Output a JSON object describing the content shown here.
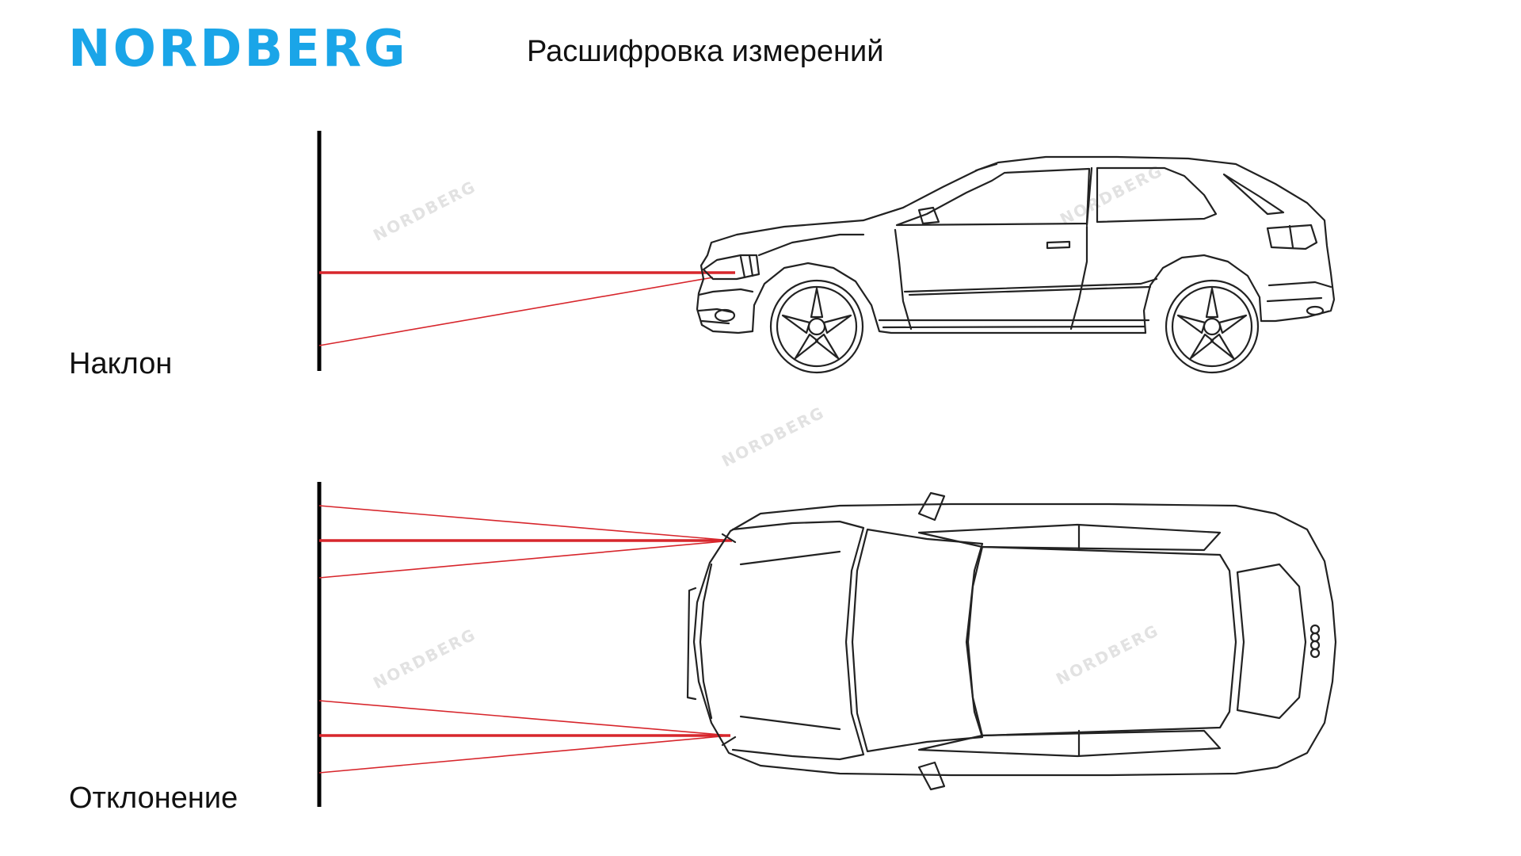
{
  "header": {
    "logo_text": "NORDBERG",
    "title": "Расшифровка измерений"
  },
  "sections": {
    "tilt": {
      "label": "Наклон"
    },
    "deviation": {
      "label": "Отклонение"
    }
  },
  "watermark_text": "NORDBERG",
  "colors": {
    "brand": "#1aa5e8",
    "beam": "#d7262c",
    "screen": "#000000",
    "car_outline": "#222222"
  },
  "icons": {
    "side_view": "car-side-icon",
    "top_view": "car-top-icon"
  }
}
